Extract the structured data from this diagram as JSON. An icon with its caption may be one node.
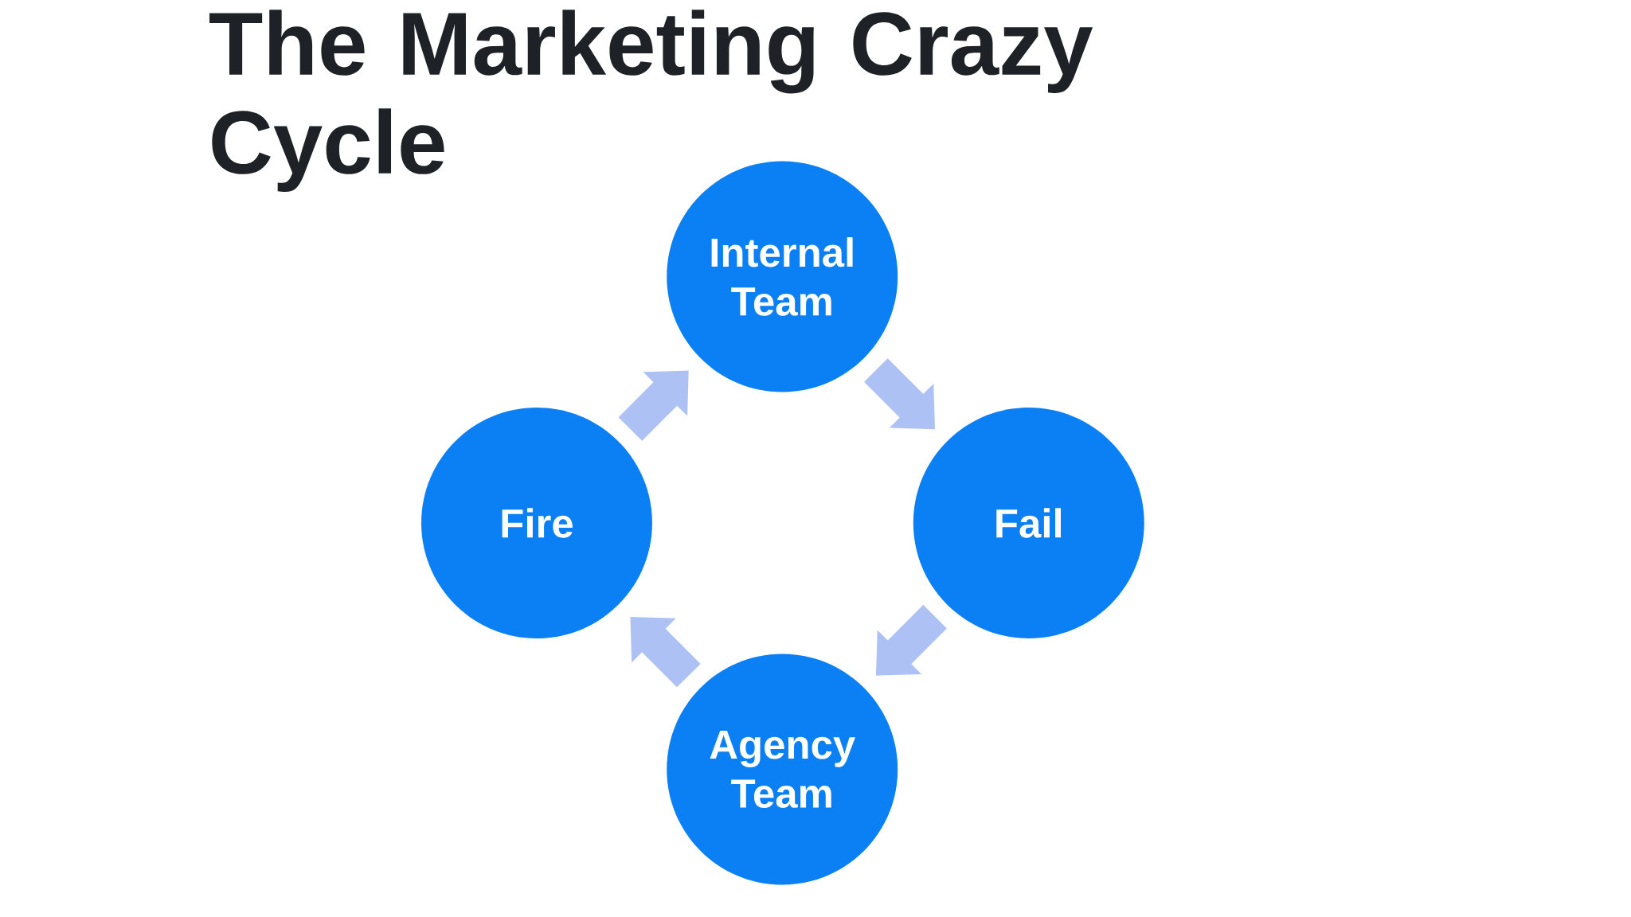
{
  "diagram": {
    "title": "The Marketing Crazy Cycle",
    "nodes": [
      {
        "text": [
          "Internal Team"
        ]
      },
      {
        "text": [
          "Fire"
        ]
      },
      {
        "text": [
          "Fail"
        ]
      },
      {
        "text": [
          "Agency Team"
        ]
      }
    ],
    "edges": [
      {
        "from": 0,
        "to": 2,
        "arrow": "to"
      },
      {
        "from": 2,
        "to": 3,
        "arrow": "to"
      },
      {
        "from": 3,
        "to": 1,
        "arrow": "to"
      },
      {
        "from": 1,
        "to": 0,
        "arrow": "to"
      }
    ]
  }
}
